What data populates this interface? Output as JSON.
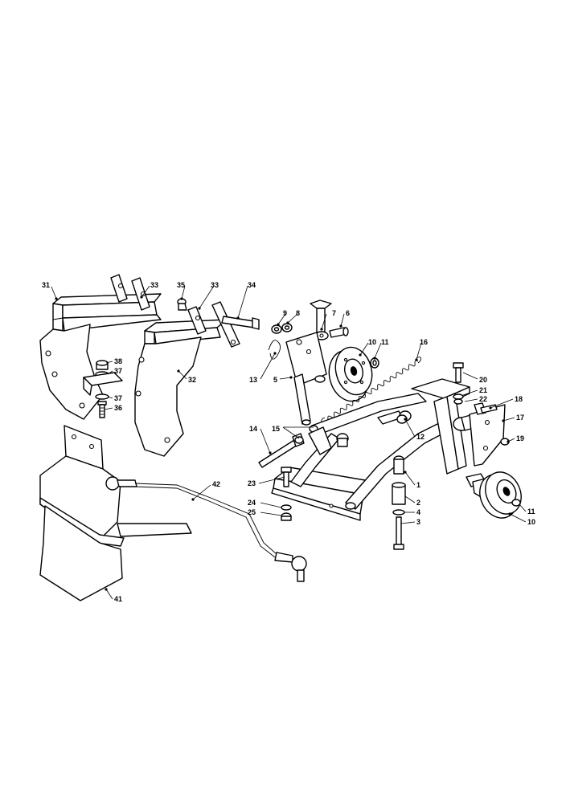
{
  "callouts": [
    {
      "id": "c31",
      "text": "31"
    },
    {
      "id": "c33a",
      "text": "33"
    },
    {
      "id": "c35",
      "text": "35"
    },
    {
      "id": "c33b",
      "text": "33"
    },
    {
      "id": "c34",
      "text": "34"
    },
    {
      "id": "c9",
      "text": "9"
    },
    {
      "id": "c8",
      "text": "8"
    },
    {
      "id": "c7",
      "text": "7"
    },
    {
      "id": "c6",
      "text": "6"
    },
    {
      "id": "c10a",
      "text": "10"
    },
    {
      "id": "c11a",
      "text": "11"
    },
    {
      "id": "c16",
      "text": "16"
    },
    {
      "id": "c38",
      "text": "38"
    },
    {
      "id": "c37a",
      "text": "37"
    },
    {
      "id": "c32",
      "text": "32"
    },
    {
      "id": "c13",
      "text": "13"
    },
    {
      "id": "c5",
      "text": "5"
    },
    {
      "id": "c20",
      "text": "20"
    },
    {
      "id": "c21",
      "text": "21"
    },
    {
      "id": "c22",
      "text": "22"
    },
    {
      "id": "c18",
      "text": "18"
    },
    {
      "id": "c37b",
      "text": "37"
    },
    {
      "id": "c36",
      "text": "36"
    },
    {
      "id": "c17",
      "text": "17"
    },
    {
      "id": "c14",
      "text": "14"
    },
    {
      "id": "c15",
      "text": "15"
    },
    {
      "id": "c12",
      "text": "12"
    },
    {
      "id": "c19",
      "text": "19"
    },
    {
      "id": "c23",
      "text": "23"
    },
    {
      "id": "c42",
      "text": "42"
    },
    {
      "id": "c1",
      "text": "1"
    },
    {
      "id": "c24",
      "text": "24"
    },
    {
      "id": "c2",
      "text": "2"
    },
    {
      "id": "c25",
      "text": "25"
    },
    {
      "id": "c4",
      "text": "4"
    },
    {
      "id": "c11b",
      "text": "11"
    },
    {
      "id": "c3",
      "text": "3"
    },
    {
      "id": "c10b",
      "text": "10"
    },
    {
      "id": "c41",
      "text": "41"
    }
  ]
}
